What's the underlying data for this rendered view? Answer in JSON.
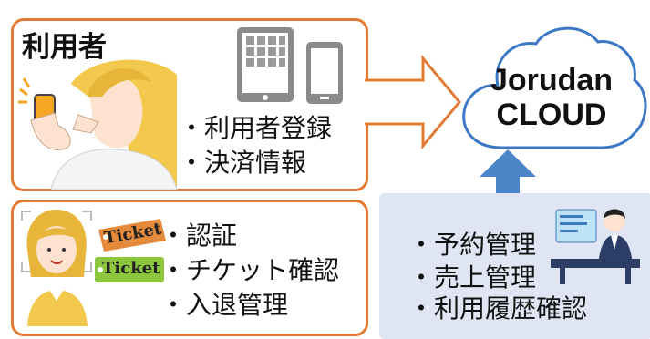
{
  "user_section": {
    "title": "利用者",
    "features": [
      "・利用者登録",
      "・決済情報"
    ]
  },
  "ticket_section": {
    "ticket_labels": [
      "Ticket",
      "Ticket"
    ],
    "features": [
      "・認証",
      "・チケット確認",
      "・入退管理"
    ]
  },
  "operator_section": {
    "features": [
      "・予約管理",
      "・売上管理",
      "・利用履歴確認"
    ]
  },
  "cloud": {
    "line1": "Jorudan",
    "line2": "CLOUD"
  },
  "colors": {
    "box_border": "#e07a34",
    "arrow_fill": "#ffffff",
    "up_arrow": "#4a86c8",
    "operator_bg": "#dfe5f2",
    "cloud_stroke": "#3d78c4"
  }
}
